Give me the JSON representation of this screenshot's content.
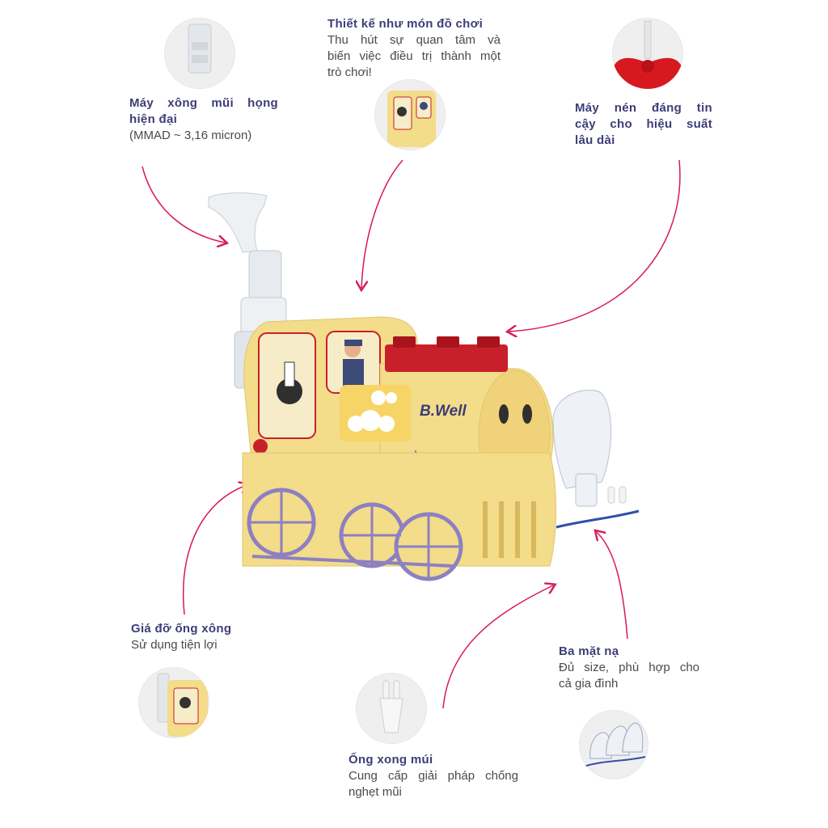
{
  "brand": {
    "logo_text": "B.Well"
  },
  "features": {
    "nebulizer": {
      "title_line1": "Máy xông mũi họng",
      "title_line2": "hiện đại",
      "desc": "(MMAD ~ 3,16 micron)"
    },
    "toy_design": {
      "title": "Thiết kế như món đồ chơi",
      "desc_line1": "Thu hút sự quan tâm và",
      "desc_line2": "biến việc điều trị thành một",
      "desc_line3": "trò chơi!"
    },
    "compressor": {
      "title_line1": "Máy nén đáng tin",
      "title_line2": "cậy cho hiệu suất",
      "title_line3": "lâu dài"
    },
    "holder": {
      "title": "Giá đỡ ống xông",
      "desc": "Sử dụng tiện lợi"
    },
    "masks": {
      "title": "Ba mặt nạ",
      "desc_line1": "Đủ size, phù hợp cho",
      "desc_line2": "cả gia đình"
    },
    "nasal_tube": {
      "title": "Ống xong múi",
      "desc_line1": "Cung cấp giải pháp chống",
      "desc_line2": "nghẹt mũi"
    }
  },
  "colors": {
    "accent_arrow": "#d8185c",
    "title_text": "#3d3d78",
    "body_yellow": "#f3dc8a",
    "lid_red": "#c8202a"
  }
}
